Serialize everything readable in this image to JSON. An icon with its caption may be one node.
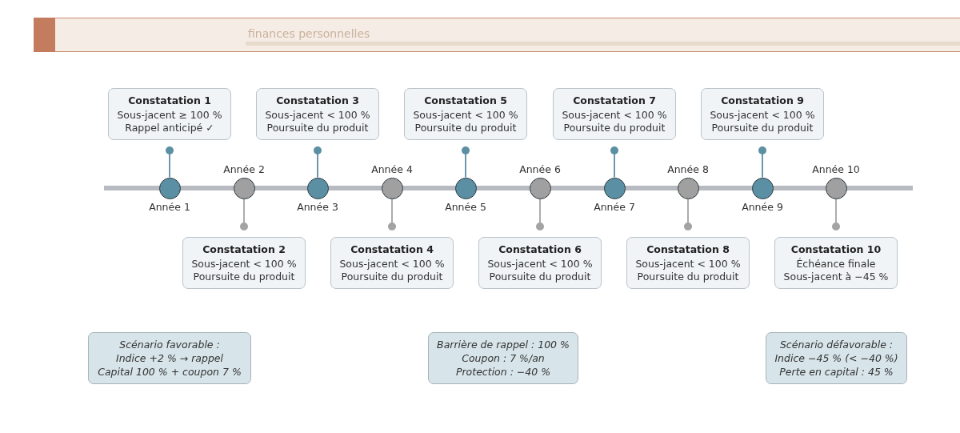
{
  "diagram": {
    "nodes": [
      {
        "text": [
          "Constatation 1",
          "Sous-jacent ≥ 100 %",
          "Rappel anticipé ✓"
        ]
      },
      {
        "text": [
          "Constatation 2",
          "Sous-jacent < 100 %",
          "Poursuite du produit"
        ]
      },
      {
        "text": [
          "Constatation 3",
          "Sous-jacent < 100 %",
          "Poursuite du produit"
        ]
      },
      {
        "text": [
          "Constatation 4",
          "Sous-jacent < 100 %",
          "Poursuite du produit"
        ]
      },
      {
        "text": [
          "Constatation 5",
          "Sous-jacent < 100 %",
          "Poursuite du produit"
        ]
      },
      {
        "text": [
          "Constatation 6",
          "Sous-jacent < 100 %",
          "Poursuite du produit"
        ]
      },
      {
        "text": [
          "Constatation 7",
          "Sous-jacent < 100 %",
          "Poursuite du produit"
        ]
      },
      {
        "text": [
          "Constatation 8",
          "Sous-jacent < 100 %",
          "Poursuite du produit"
        ]
      },
      {
        "text": [
          "Constatation 9",
          "Sous-jacent < 100 %",
          "Poursuite du produit"
        ]
      },
      {
        "text": [
          "Constatation 10",
          "Échéance finale",
          "Sous-jacent à −45 %"
        ]
      },
      {
        "text": [],
        "shape": "circle",
        "beside": [
          "Année 1"
        ]
      },
      {
        "text": [],
        "shape": "circle",
        "beside": [
          "Année 2"
        ]
      },
      {
        "text": [],
        "shape": "circle",
        "beside": [
          "Année 3"
        ]
      },
      {
        "text": [],
        "shape": "circle",
        "beside": [
          "Année 4"
        ]
      },
      {
        "text": [],
        "shape": "circle",
        "beside": [
          "Année 5"
        ]
      },
      {
        "text": [],
        "shape": "circle",
        "beside": [
          "Année 6"
        ]
      },
      {
        "text": [],
        "shape": "circle",
        "beside": [
          "Année 7"
        ]
      },
      {
        "text": [],
        "shape": "circle",
        "beside": [
          "Année 8"
        ]
      },
      {
        "text": [],
        "shape": "circle",
        "beside": [
          "Année 9"
        ]
      },
      {
        "text": [],
        "shape": "circle",
        "beside": [
          "Année 10"
        ]
      },
      {
        "text": [
          "Scénario favorable :",
          "Indice +2 % → rappel",
          "Capital 100 % + coupon 7 %"
        ]
      },
      {
        "text": [
          "Barrière de rappel : 100 %",
          "Coupon : 7 %/an",
          "Protection : −40 %"
        ]
      },
      {
        "text": [
          "Scénario défavorable :",
          "Indice −45 % (< −40 %)",
          "Perte en capital : 45 %"
        ]
      }
    ],
    "edges": [
      {
        "from": 10,
        "to": 0,
        "arrow": "other",
        "color": "#5b8fa3"
      },
      {
        "from": 11,
        "to": 1,
        "arrow": "other",
        "color": "#a3a3a3"
      },
      {
        "from": 12,
        "to": 2,
        "arrow": "other",
        "color": "#5b8fa3"
      },
      {
        "from": 13,
        "to": 3,
        "arrow": "other",
        "color": "#a3a3a3"
      },
      {
        "from": 14,
        "to": 4,
        "arrow": "other",
        "color": "#5b8fa3"
      },
      {
        "from": 15,
        "to": 5,
        "arrow": "other",
        "color": "#a3a3a3"
      },
      {
        "from": 16,
        "to": 6,
        "arrow": "other",
        "color": "#5b8fa3"
      },
      {
        "from": 17,
        "to": 7,
        "arrow": "other",
        "color": "#a3a3a3"
      },
      {
        "from": 18,
        "to": 8,
        "arrow": "other",
        "color": "#5b8fa3"
      },
      {
        "from": 19,
        "to": 9,
        "arrow": "other",
        "color": "#a3a3a3"
      }
    ],
    "labels": [
      "finances personnelles"
    ]
  }
}
